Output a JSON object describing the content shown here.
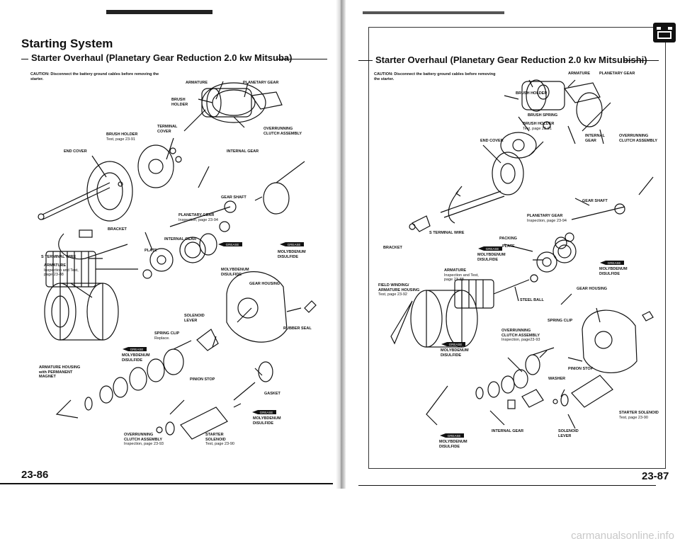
{
  "left": {
    "section_title": "Starting System",
    "subtitle": "Starter Overhaul (Planetary Gear Reduction 2.0 kw Mitsuba)",
    "caution": "CAUTION: Disconnect the battery ground cables before removing the starter.",
    "labels": {
      "armature": "ARMATURE",
      "planetary_gear": "PLANETARY GEAR",
      "brush_holder": "BRUSH\nHOLDER",
      "terminal_cover": "TERMINAL\nCOVER",
      "overrunning_clutch": "OVERRUNNING\nCLUTCH ASSEMBLY",
      "brush_holder_test": "BRUSH HOLDER",
      "brush_holder_test_ref": "Test, page 23-91",
      "end_cover": "END COVER",
      "internal_gear_top": "INTERNAL GEAR",
      "gear_shaft": "GEAR SHAFT",
      "planetary_gear_insp": "PLANETARY GEAR",
      "planetary_gear_insp_ref": "Inspection, page 23-94",
      "bracket": "BRACKET",
      "internal_gear": "INTERNAL GEAR",
      "moly_1": "MOLYBDENUM\nDISULFIDE",
      "plate": "PLATE",
      "s_terminal": "S TERMINAL WIRE",
      "armature_insp": "ARMATURE",
      "armature_insp_ref": "Inspection and Test,\npage 23-88",
      "moly_2": "MOLYBDENUM\nDISULFIDE",
      "gear_housing": "GEAR HOUSING",
      "solenoid_lever": "SOLENOID\nLEVER",
      "spring_clip": "SPRING CLIP",
      "spring_clip_note": "Replace.",
      "rubber_seal": "RUBBER SEAL",
      "moly_3": "MOLYBDENUM\nDISULFIDE",
      "armature_housing": "ARMATURE HOUSING\nwith PERMANENT\nMAGNET",
      "pinion_stop": "PINION STOP",
      "gasket": "GASKET",
      "moly_4": "MOLYBDENUM\nDISULFIDE",
      "overrunning_clutch_2": "OVERRUNNING\nCLUTCH ASSEMBLY",
      "overrunning_clutch_2_ref": "Inspection, page 23-93",
      "starter_solenoid": "STARTER\nSOLENOID",
      "starter_solenoid_ref": "Test, page 23-90"
    },
    "page_number": "23-86"
  },
  "right": {
    "subtitle": "Starter Overhaul (Planetary Gear Reduction 2.0 kw Mitsubishi)",
    "caution": "CAUTION: Disconnect the battery ground cables before removing the starter.",
    "labels": {
      "armature": "ARMATURE",
      "planetary_gear": "PLANETARY GEAR",
      "brush_holder": "BRUSH HOLDER",
      "brush_spring": "BRUSH SPRING",
      "brush_holder_test": "BRUSH HOLDER",
      "brush_holder_test_ref": "Test, page 23-91",
      "internal_gear_top": "INTERNAL\nGEAR",
      "overrunning_top": "OVERRUNNING\nCLUTCH ASSEMBLY",
      "end_cover": "END COVER",
      "gear_shaft": "GEAR SHAFT",
      "planetary_gear_insp": "PLANETARY GEAR",
      "planetary_gear_insp_ref": "Inspection, page 23-94",
      "s_terminal": "S TERMINAL WIRE",
      "packing": "PACKING",
      "bracket": "BRACKET",
      "plate": "PLATE",
      "moly_1": "MOLYBDENUM\nDISULFIDE",
      "armature_insp": "ARMATURE",
      "armature_insp_ref": "Inspection and Test,\npage 23-88",
      "moly_2": "MOLYBDENUM\nDISULFIDE",
      "field_winding": "FIELD WINDING/\nARMATURE HOUSING",
      "field_winding_ref": "Test, page 23-92",
      "steel_ball": "STEEL BALL",
      "gear_housing": "GEAR HOUSING",
      "spring_clip": "SPRING CLIP",
      "overrunning_clutch": "OVERRUNNING\nCLUTCH ASSEMBLY",
      "overrunning_clutch_ref": "Inspection, page23-93",
      "moly_3": "MOLYBDENUM\nDISULFIDE",
      "pinion_stop": "PINION STOP",
      "washer": "WASHER",
      "starter_solenoid": "STARTER SOLENOID",
      "starter_solenoid_ref": "Test, page 23-90",
      "internal_gear": "INTERNAL GEAR",
      "solenoid_lever": "SOLENOID\nLEVER",
      "moly_4": "MOLYBDENUM\nDISULFIDE"
    },
    "page_number": "23-87"
  },
  "grease_badge": "GREASE",
  "watermark": "carmanualsonline.info"
}
